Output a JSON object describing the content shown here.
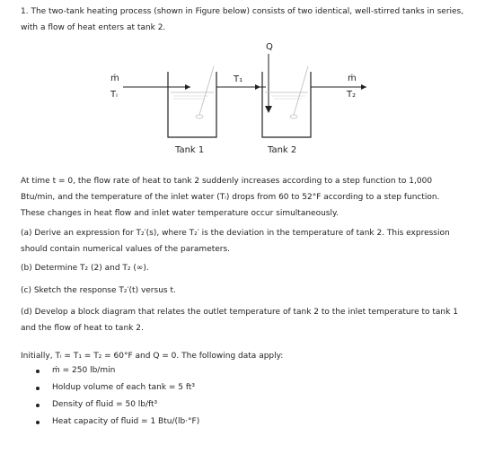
{
  "intro": "1. The two-tank heating process (shown in Figure below) consists of two identical, well-stirred tanks in series, with a flow of heat enters at tank 2.",
  "figure": {
    "q_label": "Q",
    "m_dot_left": "ṁ",
    "t_i_left": "Tᵢ",
    "t1_label": "T₁",
    "m_dot_right": "ṁ",
    "t2_right": "T₂",
    "tank1_label": "Tank 1",
    "tank2_label": "Tank 2"
  },
  "p_time": "At time t = 0, the flow rate of heat to tank 2 suddenly increases according to a step function to 1,000 Btu/min, and the temperature of the inlet water (Tᵢ) drops from 60 to 52°F according to a step function. These changes in heat flow and inlet water temperature occur simultaneously.",
  "p_a": "(a) Derive an expression for T₂′(s), where T₂′ is the deviation in the temperature of tank 2. This expression should contain numerical values of the parameters.",
  "p_b": "(b) Determine T₂ (2) and T₂ (∞).",
  "p_c": "(c) Sketch the response T₂′(t) versus t.",
  "p_d": "(d) Develop a block diagram that relates the outlet temperature of tank 2 to the inlet temperature to tank 1 and the flow of heat to tank 2.",
  "p_init": "Initially, Tᵢ = T₁ = T₂ = 60°F and Q = 0. The following data apply:",
  "data_items": [
    "ṁ = 250 lb/min",
    "Holdup volume of each tank = 5 ft³",
    "Density of fluid = 50 lb/ft³",
    "Heat capacity of fluid = 1 Btu/(lb·°F)"
  ]
}
